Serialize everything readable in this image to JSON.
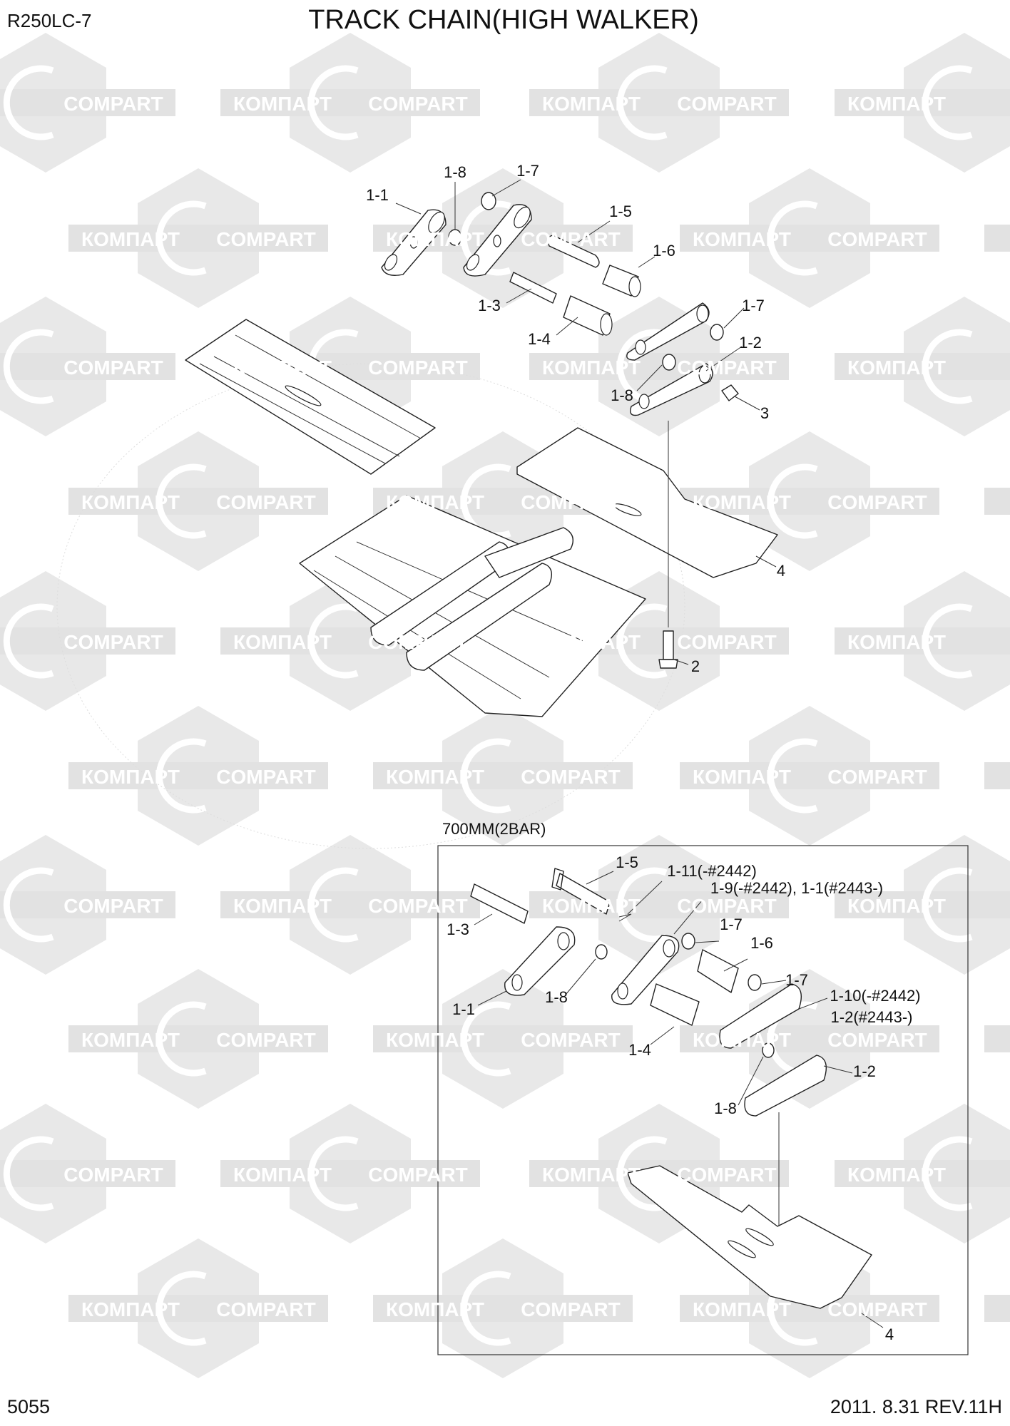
{
  "header": {
    "model": "R250LC-7",
    "title": "TRACK CHAIN(HIGH WALKER)"
  },
  "footer": {
    "page_number": "5055",
    "revision": "2011. 8.31  REV.11H"
  },
  "watermark": {
    "left_text": "КОМПАРТ",
    "right_text": "COMPART"
  },
  "main_view": {
    "labels": [
      "1-1",
      "1-8",
      "1-7",
      "1-5",
      "1-6",
      "1-3",
      "1-4",
      "1-7",
      "1-2",
      "1-8",
      "3",
      "4",
      "2"
    ]
  },
  "detail_view": {
    "title": "700MM(2BAR)",
    "labels": [
      "1-5",
      "1-11(-#2442)",
      "1-9(-#2442), 1-1(#2443-)",
      "1-3",
      "1-7",
      "1-6",
      "1-8",
      "1-1",
      "1-7",
      "1-10(-#2442)",
      "1-2(#2443-)",
      "1-4",
      "1-2",
      "1-8",
      "4"
    ]
  }
}
